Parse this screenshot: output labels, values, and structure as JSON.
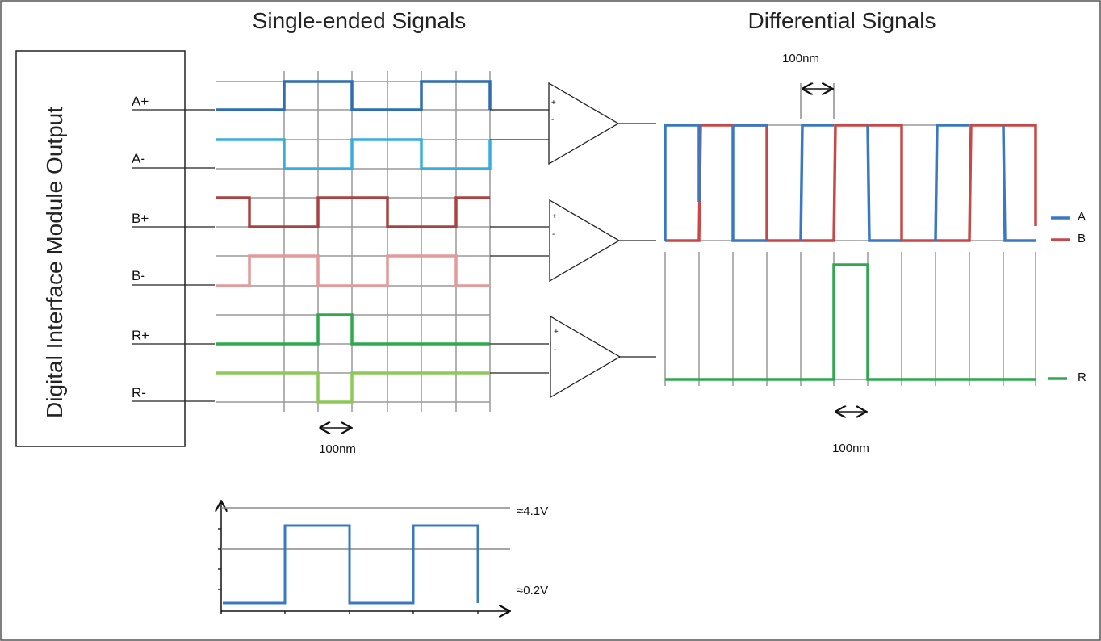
{
  "titles": {
    "single_ended": "Single-ended Signals",
    "differential": "Differential Signals",
    "module": "Digital Interface Module Output"
  },
  "single_ended": {
    "signals": [
      {
        "label": "A+",
        "color": "#2f6db0"
      },
      {
        "label": "A-",
        "color": "#3aade0"
      },
      {
        "label": "B+",
        "color": "#a94343"
      },
      {
        "label": "B-",
        "color": "#e39a9a"
      },
      {
        "label": "R+",
        "color": "#2fa84f"
      },
      {
        "label": "R-",
        "color": "#8cc95a"
      }
    ],
    "period_label": "100nm"
  },
  "amplifiers": {
    "plus": "+",
    "minus": "-"
  },
  "differential": {
    "period_label_top": "100nm",
    "period_label_bottom": "100nm",
    "legend": [
      {
        "label": "A",
        "color": "#3a78c2"
      },
      {
        "label": "B",
        "color": "#c84848"
      },
      {
        "label": "R",
        "color": "#2fa84f"
      }
    ]
  },
  "voltage_plot": {
    "high_label": "≈4.1V",
    "low_label": "≈0.2V",
    "color": "#3a78c2"
  }
}
